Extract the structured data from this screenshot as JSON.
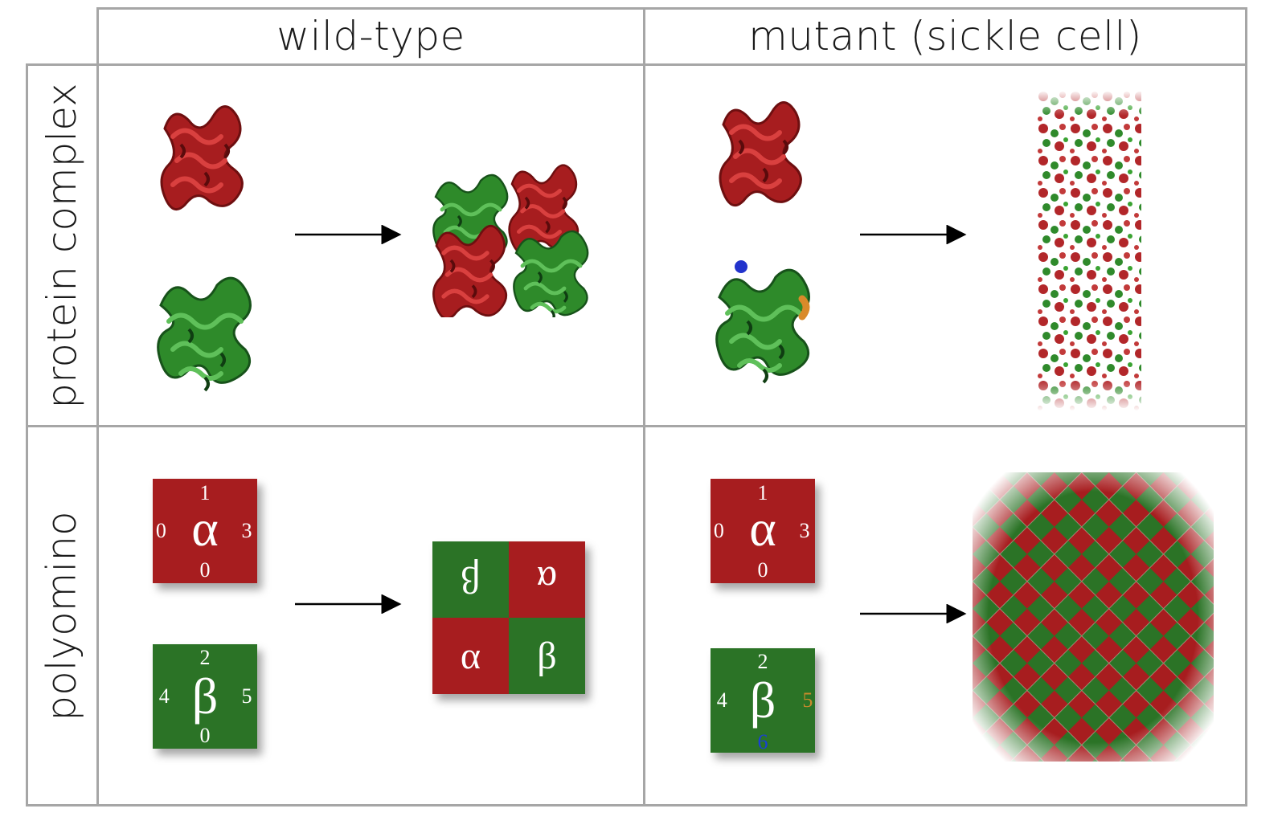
{
  "columns": {
    "wild_type": "wild-type",
    "mutant": "mutant (sickle cell)"
  },
  "rows": {
    "protein_complex": "protein complex",
    "polyomino": "polyomino"
  },
  "colors": {
    "alpha_red": "#a71d1f",
    "beta_green": "#2b7326",
    "mutation_orange": "#c98a2c",
    "mutation_blue": "#1a3fd6",
    "grid": "#a6a6a6"
  },
  "tiles": {
    "wt_alpha": {
      "symbol": "α",
      "top": "1",
      "left": "0",
      "right": "3",
      "bottom": "0"
    },
    "wt_beta": {
      "symbol": "β",
      "top": "2",
      "left": "4",
      "right": "5",
      "bottom": "0"
    },
    "mut_alpha": {
      "symbol": "α",
      "top": "1",
      "left": "0",
      "right": "3",
      "bottom": "0"
    },
    "mut_beta": {
      "symbol": "β",
      "top": "2",
      "left": "4",
      "right": "5",
      "bottom": "6"
    }
  },
  "complex": {
    "top_left": "β",
    "top_right": "α",
    "bottom_left": "α",
    "bottom_right": "β"
  }
}
